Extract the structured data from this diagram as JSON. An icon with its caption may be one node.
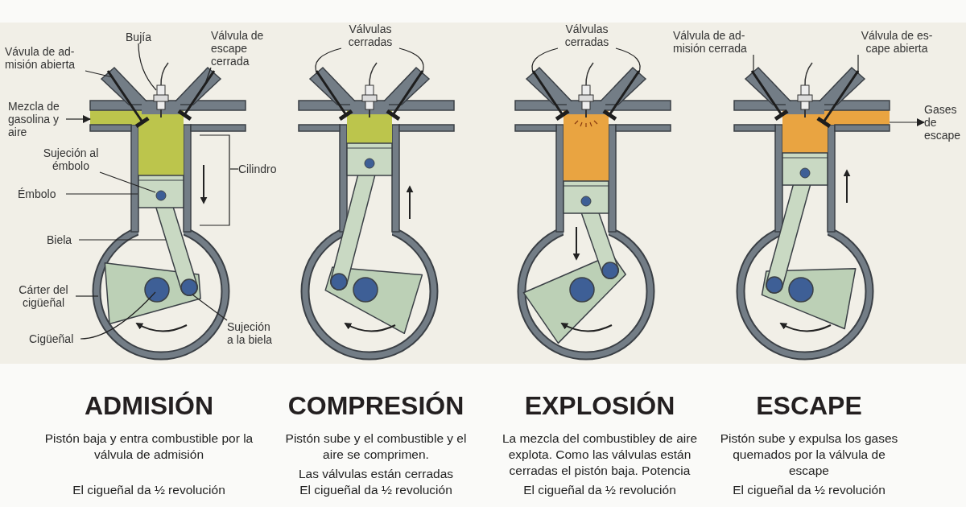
{
  "diagram": {
    "nodes": [
      {
        "text": [
          "Bujía"
        ]
      },
      {
        "text": [
          "Válvula de escape cerrada"
        ]
      },
      {
        "text": [
          "Vávula de ad- misión abierta"
        ]
      },
      {
        "text": [
          "Mezcla de gasolina y aire"
        ]
      },
      {
        "text": [
          "Sujeción al émbolo"
        ]
      },
      {
        "text": [
          "Émbolo"
        ]
      },
      {
        "text": [
          "Cilindro"
        ]
      },
      {
        "text": [
          "Biela"
        ]
      },
      {
        "text": [
          "Cárter del cigüeñal"
        ]
      },
      {
        "text": [
          "Cigüeñal"
        ]
      },
      {
        "text": [
          "Sujeción a la biela"
        ]
      },
      {
        "text": [
          "Válvulas cerradas"
        ]
      },
      {
        "text": [
          "Válvulas cerradas"
        ]
      },
      {
        "text": [
          "Válvula de ad- misión cerrada"
        ]
      },
      {
        "text": [
          "Válvula de es- cape abierta"
        ]
      },
      {
        "text": [
          "Gases de escape"
        ]
      },
      {
        "text": [],
        "shape": "picture"
      },
      {
        "text": [],
        "shape": "picture"
      },
      {
        "text": [],
        "shape": "picture"
      },
      {
        "text": [],
        "shape": "picture"
      }
    ],
    "edges": [
      {
        "from": 0,
        "to": 16,
        "arrow": "none"
      },
      {
        "from": 1,
        "to": 16,
        "arrow": "none"
      },
      {
        "from": 2,
        "to": 16,
        "arrow": "none"
      },
      {
        "from": 3,
        "to": 16,
        "arrow": "to"
      },
      {
        "from": 4,
        "to": 16,
        "arrow": "none"
      },
      {
        "from": 5,
        "to": 16,
        "arrow": "none"
      },
      {
        "from": 6,
        "to": null,
        "arrow": "none"
      },
      {
        "from": 7,
        "to": 16,
        "arrow": "none"
      },
      {
        "from": 8,
        "to": 16,
        "arrow": "none"
      },
      {
        "from": 9,
        "to": 16,
        "arrow": "none"
      },
      {
        "from": 10,
        "to": 16,
        "arrow": "none"
      },
      {
        "from": 11,
        "to": 17,
        "arrow": "none"
      },
      {
        "from": 11,
        "to": 17,
        "arrow": "none"
      },
      {
        "from": 12,
        "to": 18,
        "arrow": "none"
      },
      {
        "from": 12,
        "to": 18,
        "arrow": "none"
      },
      {
        "from": 13,
        "to": 19,
        "arrow": "none"
      },
      {
        "from": 14,
        "to": 19,
        "arrow": "none"
      },
      {
        "from": 19,
        "to": 15,
        "arrow": "to"
      }
    ],
    "labels": [
      "ADMISIÓN",
      "Pistón baja y entra combustible por la válvula de admisión",
      "El cigueñal da ½ revolución",
      "COMPRESIÓN",
      "Pistón sube y el combustible y el aire se comprimen.",
      "Las válvulas están cerradas",
      "El cigueñal da ½ revolución",
      "EXPLOSIÓN",
      "La mezcla del combustibley de aire explota. Como las válvulas están cerradas el pistón baja. Potencia",
      "El cigueñal da ½ revolución",
      "ESCAPE",
      "Pistón sube y expulsa los gases quemados por la válvula de escape",
      "El cigueñal da ½ revolución"
    ]
  }
}
